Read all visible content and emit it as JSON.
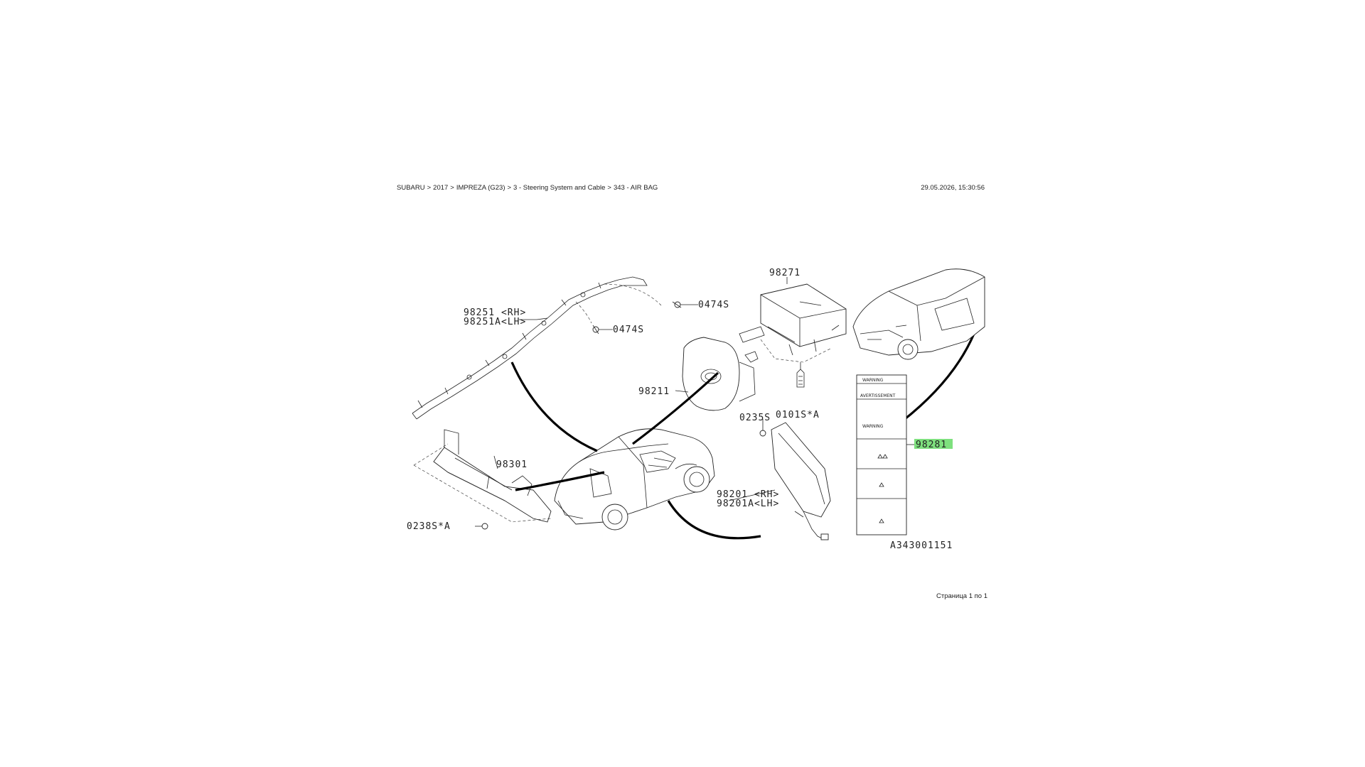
{
  "header": {
    "breadcrumb": [
      "SUBARU",
      "2017",
      "IMPREZA (G23)",
      "3 - Steering System and Cable",
      "343 - AIR BAG"
    ],
    "breadcrumb_separator": ">",
    "timestamp": "29.05.2026, 15:30:56"
  },
  "footer": {
    "page_info": "Страница 1 по 1"
  },
  "diagram": {
    "ref_code": "A343001151",
    "highlight_color": "#7ee07e",
    "parts": {
      "p98271": "98271",
      "p0474s_a": "0474S",
      "p0474s_b": "0474S",
      "p98251": "98251 <RH>",
      "p98251a": "98251A<LH>",
      "p98211": "98211",
      "p0101s": "0101S*A",
      "p0235s": "0235S",
      "p98301": "98301",
      "p0238s": "0238S*A",
      "p98201": "98201 <RH>",
      "p98201a": "98201A<LH>",
      "p98281": "98281"
    },
    "label_texts": {
      "w1": "WARNING",
      "w2": "AVERTISSEMENT",
      "w3": "WARNING"
    }
  }
}
